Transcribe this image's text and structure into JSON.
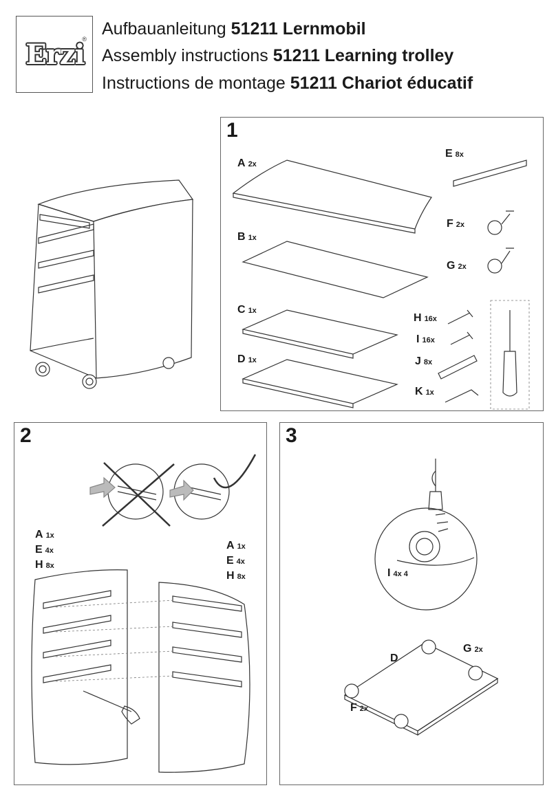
{
  "logo": {
    "text": "Erzi",
    "reg": "®"
  },
  "title": {
    "de_prefix": "Aufbauanleitung ",
    "de_bold": "51211 Lernmobil",
    "en_prefix": "Assembly instructions ",
    "en_bold": "51211 Learning trolley",
    "fr_prefix": "Instructions de montage ",
    "fr_bold": "51211 Chariot éducatif"
  },
  "step1": {
    "number": "1",
    "parts": [
      {
        "letter": "A",
        "qty": "2x"
      },
      {
        "letter": "B",
        "qty": "1x"
      },
      {
        "letter": "C",
        "qty": "1x"
      },
      {
        "letter": "D",
        "qty": "1x"
      },
      {
        "letter": "E",
        "qty": "8x"
      },
      {
        "letter": "F",
        "qty": "2x"
      },
      {
        "letter": "G",
        "qty": "2x"
      },
      {
        "letter": "H",
        "qty": "16x"
      },
      {
        "letter": "I",
        "qty": "16x"
      },
      {
        "letter": "J",
        "qty": "8x"
      },
      {
        "letter": "K",
        "qty": "1x"
      }
    ]
  },
  "step2": {
    "number": "2",
    "left_parts": [
      {
        "letter": "A",
        "qty": "1x"
      },
      {
        "letter": "E",
        "qty": "4x"
      },
      {
        "letter": "H",
        "qty": "8x"
      }
    ],
    "right_parts": [
      {
        "letter": "A",
        "qty": "1x"
      },
      {
        "letter": "E",
        "qty": "4x"
      },
      {
        "letter": "H",
        "qty": "8x"
      }
    ]
  },
  "step3": {
    "number": "3",
    "detail": {
      "letter": "I",
      "qty": "4x 4"
    },
    "board": "D",
    "g": {
      "letter": "G",
      "qty": "2x"
    },
    "f": {
      "letter": "F",
      "qty": "2x"
    }
  }
}
